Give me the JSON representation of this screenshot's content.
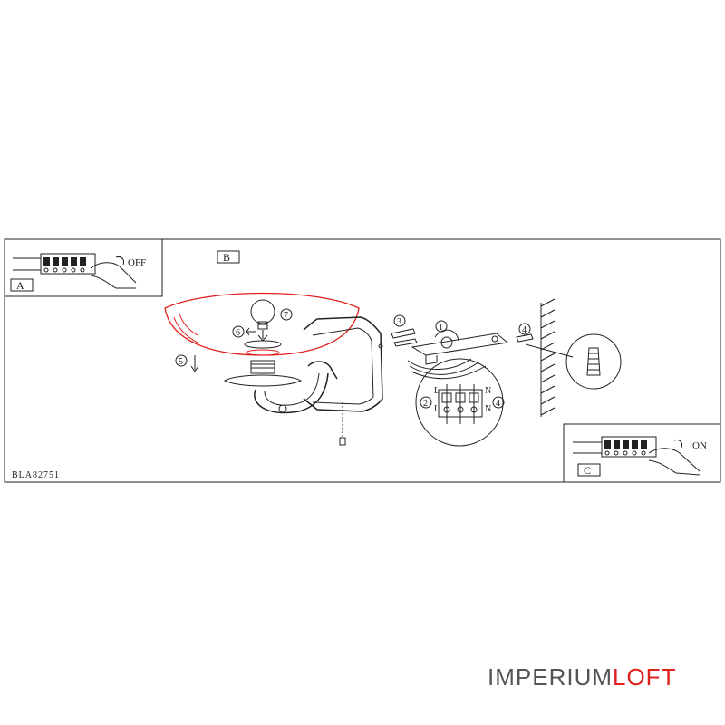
{
  "diagram": {
    "panel_labels": {
      "a": "A",
      "b": "B",
      "c": "C"
    },
    "switch_off_label": "OFF",
    "switch_on_label": "ON",
    "model_code": "BLA82751",
    "step_numbers": [
      "1",
      "3",
      "4",
      "5",
      "6",
      "7"
    ],
    "terminal_left": "L",
    "terminal_right": "N",
    "terminal_steps": [
      "2",
      "4"
    ]
  },
  "watermark": {
    "part1": "IMPERIUM",
    "part2": "LOFT"
  },
  "colors": {
    "outline": "#222222",
    "highlight": "#e0201c",
    "watermark_gray": "#555555"
  }
}
